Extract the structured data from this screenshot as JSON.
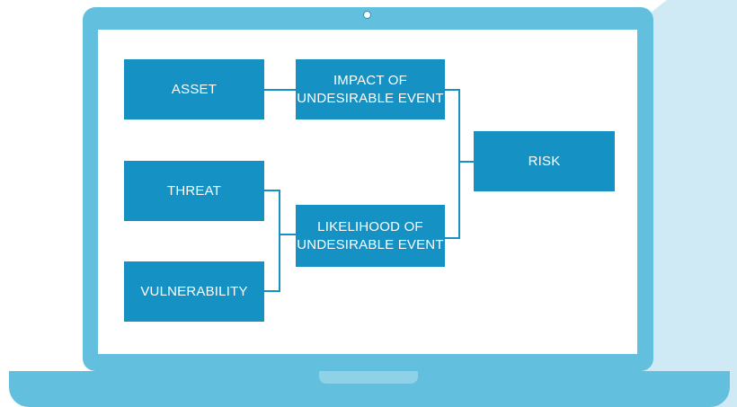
{
  "diagram": {
    "nodes": {
      "asset": "ASSET",
      "impact": "IMPACT OF\nUNDESIRABLE EVENT",
      "threat": "THREAT",
      "likelihood": "LIKELIHOOD OF\nUNDESIRABLE EVENT",
      "vulnerability": "VULNERABILITY",
      "risk": "RISK"
    },
    "edges": [
      {
        "from": "asset",
        "to": "impact"
      },
      {
        "from": "threat",
        "to": "likelihood"
      },
      {
        "from": "vulnerability",
        "to": "likelihood"
      },
      {
        "from": "impact",
        "to": "risk"
      },
      {
        "from": "likelihood",
        "to": "risk"
      }
    ]
  },
  "colors": {
    "node_fill": "#1591c3",
    "node_text": "#ffffff",
    "connector": "#1591c3",
    "laptop_frame": "#62bfdd",
    "background_accent": "#cfeaf4"
  }
}
